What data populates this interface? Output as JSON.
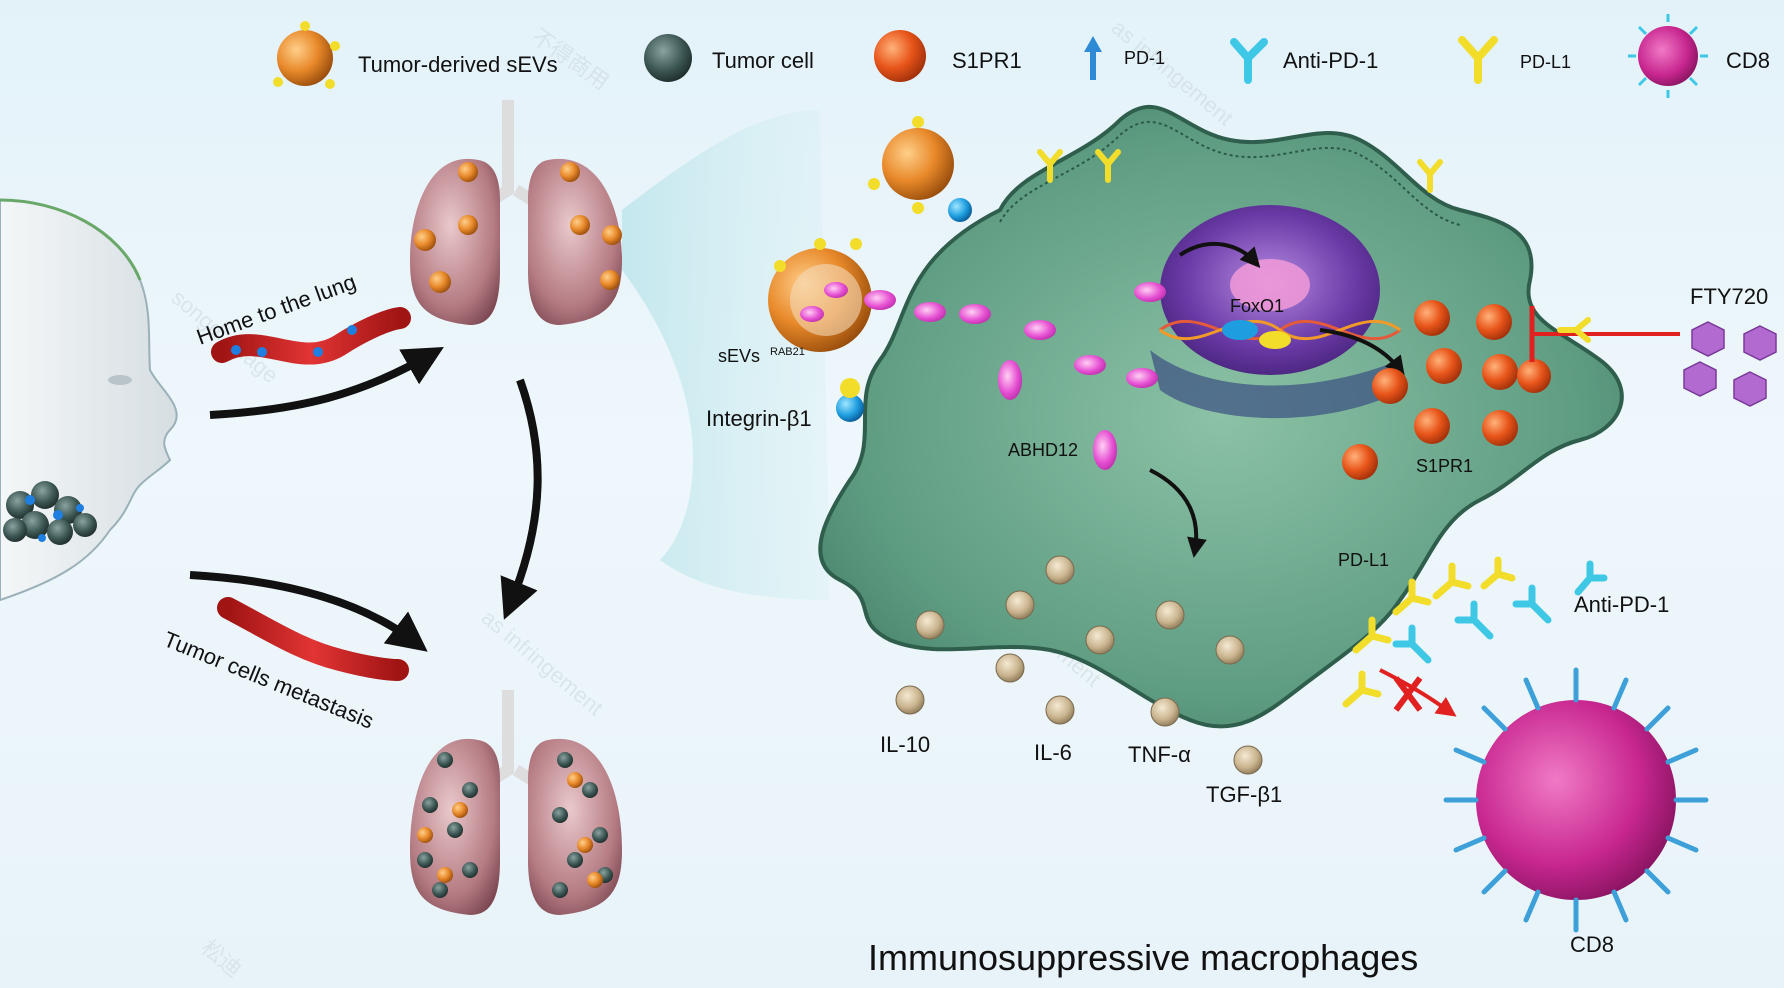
{
  "legend": {
    "items": [
      {
        "id": "sevs",
        "label": "Tumor-derived sEVs",
        "icon": "orange-vesicle-icon"
      },
      {
        "id": "tumor_cell",
        "label": "Tumor cell",
        "icon": "tumor-cell-icon"
      },
      {
        "id": "s1pr1",
        "label": "S1PR1",
        "icon": "orange-sphere-icon"
      },
      {
        "id": "pd1",
        "label": "PD-1",
        "icon": "pd1-receptor-icon"
      },
      {
        "id": "anti_pd1",
        "label": "Anti-PD-1",
        "icon": "antibody-icon"
      },
      {
        "id": "pdl1",
        "label": "PD-L1",
        "icon": "pdl1-ligand-icon"
      },
      {
        "id": "cd8",
        "label": "CD8",
        "icon": "cd8-cell-icon"
      }
    ]
  },
  "left": {
    "arrow_top_label": "Home to the lung",
    "arrow_bottom_label": "Tumor cells metastasis"
  },
  "macrophage": {
    "sevs_label": "sEVs",
    "sevs_superscript": "RAB21",
    "integrin_label": "Integrin-β1",
    "abhd12_label": "ABHD12",
    "foxo1_label": "FoxO1",
    "s1pr1_label": "S1PR1",
    "pdl1_label": "PD-L1",
    "anti_pd1_label": "Anti-PD-1",
    "fty720_label": "FTY720",
    "cytokines": [
      "IL-10",
      "IL-6",
      "TNF-α",
      "TGF-β1"
    ],
    "cd8_label": "CD8",
    "title": "Immunosuppressive macrophages"
  },
  "colors": {
    "macrophage": "#5e9c82",
    "vesicle": "#e38a2a",
    "s1pr1": "#e2551a",
    "nucleus": "#6a3aa6",
    "cd8": "#c8278f",
    "antibody": "#3ec8e6",
    "pdl1": "#f2dd2a",
    "inhibit": "#e12020",
    "fty720": "#b26ad1"
  }
}
